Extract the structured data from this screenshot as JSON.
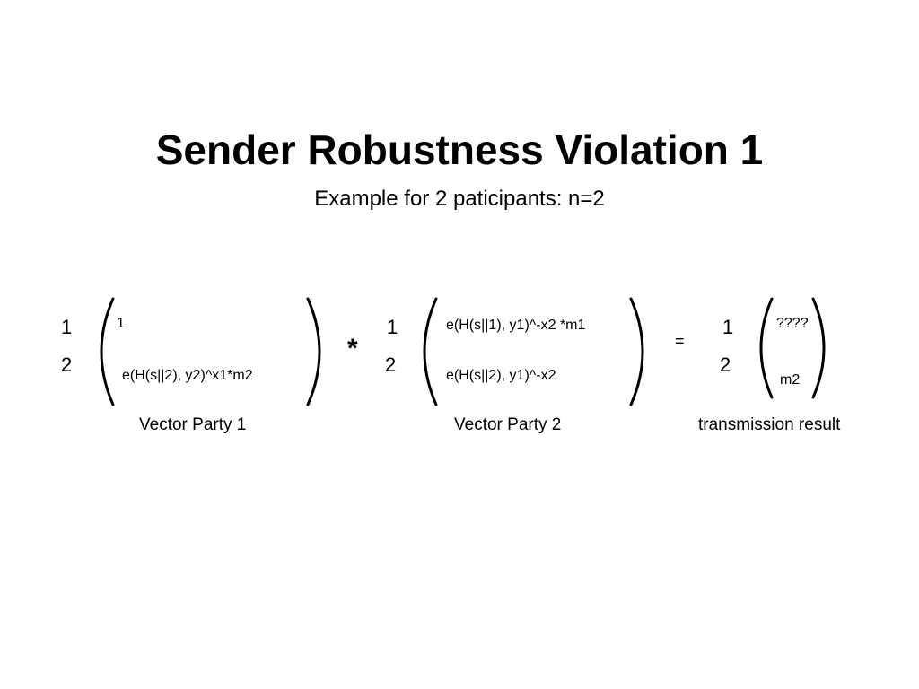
{
  "slide": {
    "title": "Sender Robustness Violation 1",
    "subtitle": "Example for  2 paticipants: n=2"
  },
  "vector_party_1": {
    "row_labels": [
      "1",
      "2"
    ],
    "entries": [
      "1",
      "e(H(s||2), y2)^x1*m2"
    ],
    "caption": "Vector Party  1"
  },
  "multiply_operator": "*",
  "vector_party_2": {
    "row_labels": [
      "1",
      "2"
    ],
    "entries": [
      "e(H(s||1), y1)^-x2 *m1",
      "e(H(s||2), y1)^-x2"
    ],
    "caption": "Vector Party  2"
  },
  "equals_operator": "=",
  "transmission_result": {
    "row_labels": [
      "1",
      "2"
    ],
    "entries": [
      "????",
      "m2"
    ],
    "caption": "transmission result"
  }
}
